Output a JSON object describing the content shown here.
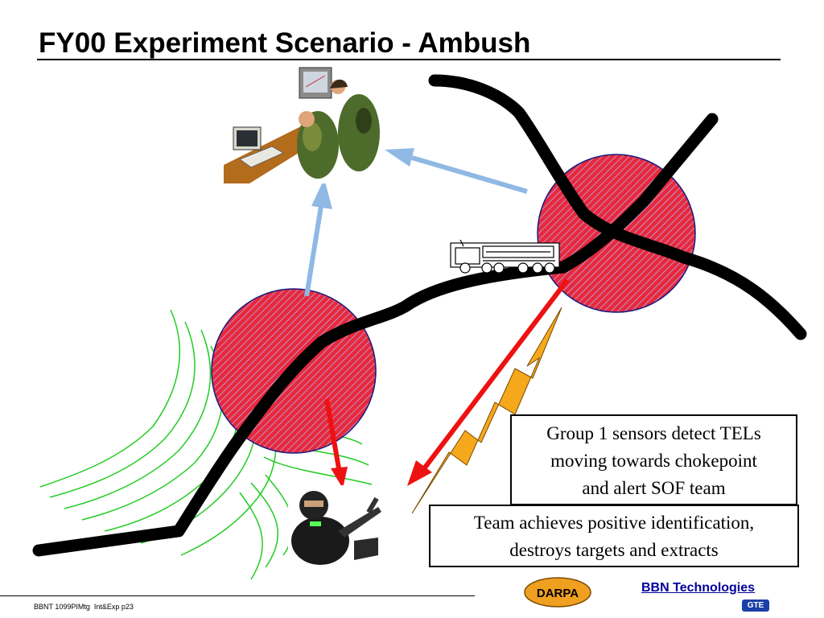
{
  "slide": {
    "title": "FY00 Experiment Scenario - Ambush"
  },
  "callouts": {
    "detect_lines": [
      "Group 1 sensors detect TELs",
      "moving towards chokepoint",
      "and alert SOF team"
    ],
    "team_lines": [
      "Team achieves positive identification,",
      "destroys targets and extracts"
    ]
  },
  "footer": {
    "doc_ref": "BBNT 1099PIMtg  Int&Exp p23",
    "darpa_label": "DARPA",
    "company": "BBN Technologies",
    "gte_label": "GTE"
  },
  "colors": {
    "zone_red": "#e8283c",
    "zone_border": "#1a1a80",
    "arrow_blue": "#8fb8e4",
    "arrow_red": "#ee1111",
    "lightning": "#f5a81c",
    "contours": "#22cc22"
  },
  "icons": {
    "command_post": "command-center-icon",
    "tel": "missile-launcher-truck-icon",
    "sof": "soldier-icon"
  }
}
